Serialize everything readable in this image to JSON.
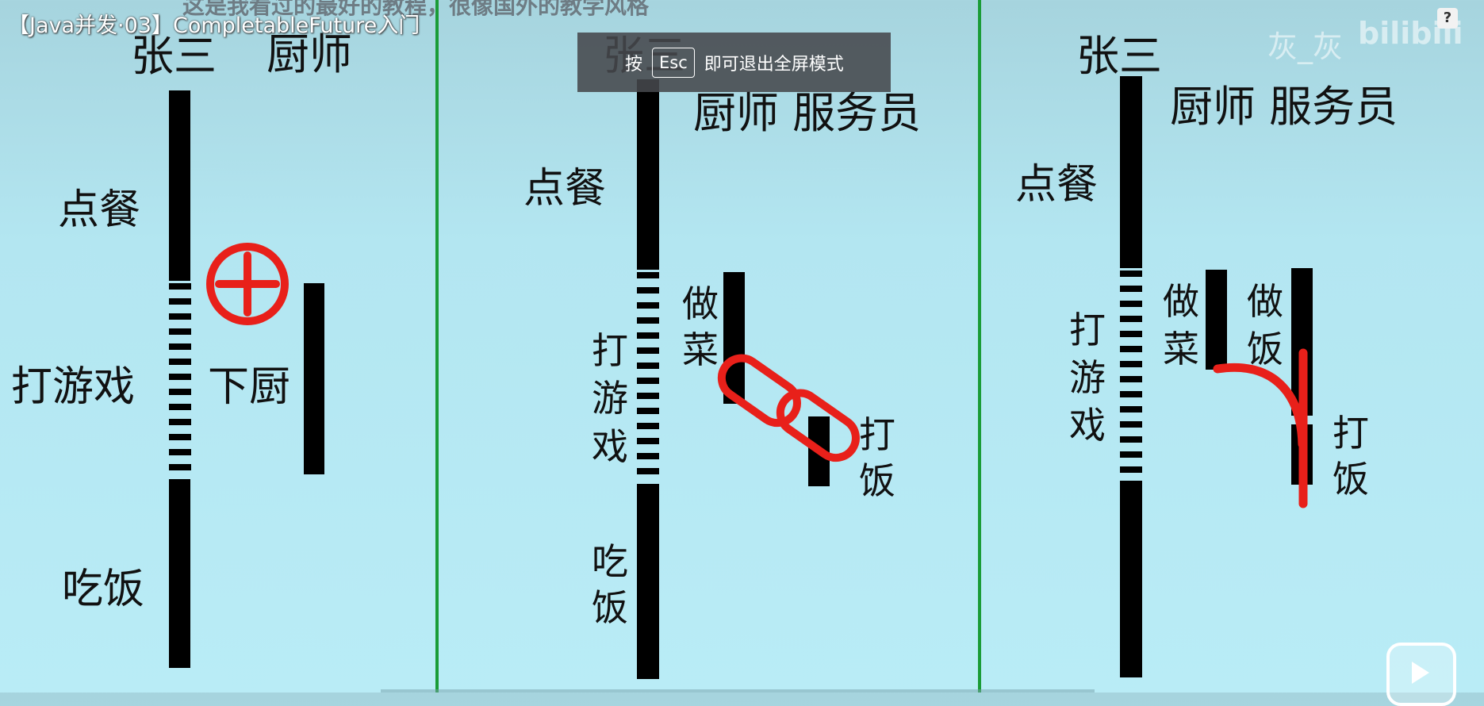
{
  "caption_top": "这是我看过的最好的教程，很像国外的教学风格",
  "video_title": "【Java并发·03】CompletableFuture入门",
  "fullscreen_toast": {
    "prefix": "按",
    "key": "Esc",
    "suffix": "即可退出全屏模式"
  },
  "watermark": {
    "user": "灰_灰",
    "brand": "bilibili"
  },
  "help_label": "?",
  "panel1": {
    "person": "张三",
    "chef": "厨师",
    "order": "点餐",
    "play": "打游戏",
    "cook": "下厨",
    "eat": "吃饭"
  },
  "panel2": {
    "person": "张三",
    "chef_waiter": "厨师 服务员",
    "order": "点餐",
    "cook": [
      "做",
      "菜"
    ],
    "play": [
      "打",
      "游",
      "戏"
    ],
    "serve": [
      "打",
      "饭"
    ],
    "eat": [
      "吃",
      "饭"
    ]
  },
  "panel3": {
    "person": "张三",
    "chef_waiter": "厨师 服务员",
    "order": "点餐",
    "cook": [
      "做",
      "菜"
    ],
    "cook_rice": [
      "做",
      "饭"
    ],
    "play": [
      "打",
      "游",
      "戏"
    ],
    "serve": [
      "打",
      "饭"
    ]
  },
  "colors": {
    "accent": "#e8201a",
    "divider": "#1a9c37",
    "bar": "#000000"
  }
}
